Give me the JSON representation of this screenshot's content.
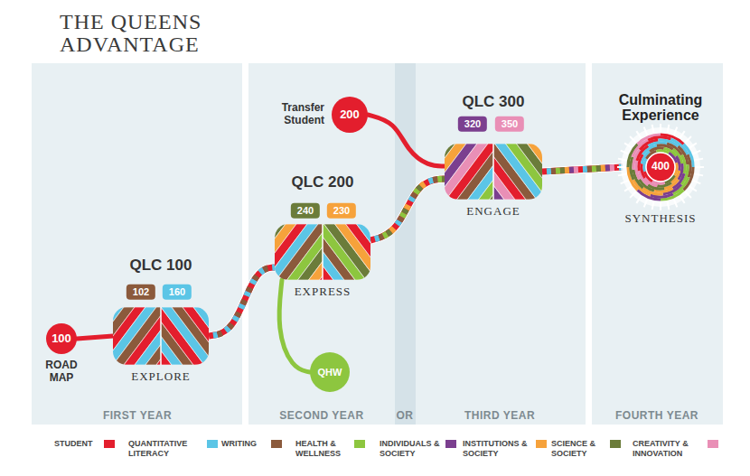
{
  "diagram": {
    "title": "THE QUEENS ADVANTAGE",
    "nodes": [
      {
        "text": [
          "100",
          "ROAD MAP"
        ]
      },
      {
        "text": [
          "QLC 100",
          "EXPLORE"
        ]
      },
      {
        "text": [
          "102"
        ]
      },
      {
        "text": [
          "160"
        ]
      },
      {
        "text": [
          "Transfer Student",
          "200"
        ]
      },
      {
        "text": [
          "QLC 200",
          "EXPRESS"
        ]
      },
      {
        "text": [
          "240"
        ]
      },
      {
        "text": [
          "230"
        ]
      },
      {
        "text": [
          "QHW"
        ]
      },
      {
        "text": [
          "QLC 300",
          "ENGAGE"
        ]
      },
      {
        "text": [
          "320"
        ]
      },
      {
        "text": [
          "350"
        ]
      },
      {
        "text": [
          "Culminating Experience",
          "400",
          "SYNTHESIS"
        ]
      }
    ],
    "edges": [
      {
        "from": 0,
        "to": 1,
        "arrow": "none"
      },
      {
        "from": 1,
        "to": 5,
        "arrow": "none"
      },
      {
        "from": 5,
        "to": 8,
        "arrow": "none"
      },
      {
        "from": 4,
        "to": 9,
        "arrow": "none"
      },
      {
        "from": 5,
        "to": 9,
        "arrow": "none"
      },
      {
        "from": 9,
        "to": 12,
        "arrow": "none"
      }
    ],
    "labels": [
      "FIRST YEAR",
      "SECOND YEAR",
      "OR",
      "THIRD YEAR",
      "FOURTH YEAR"
    ],
    "legend": [
      {
        "text": "STUDENT",
        "color": "#e31e2d"
      },
      {
        "text": "QUANTITATIVE LITERACY",
        "color": "#5bc5e6"
      },
      {
        "text": "WRITING",
        "color": "#8b5a3c"
      },
      {
        "text": "HEALTH & WELLNESS",
        "color": "#8dc63f"
      },
      {
        "text": "INDIVIDUALS & SOCIETY",
        "color": "#7b3f8f"
      },
      {
        "text": "INSTITUTIONS & SOCIETY",
        "color": "#f6a23b"
      },
      {
        "text": "SCIENCE & SOCIETY",
        "color": "#6b7c3a"
      },
      {
        "text": "CREATIVITY & INNOVATION",
        "color": "#e98fb6"
      }
    ]
  }
}
